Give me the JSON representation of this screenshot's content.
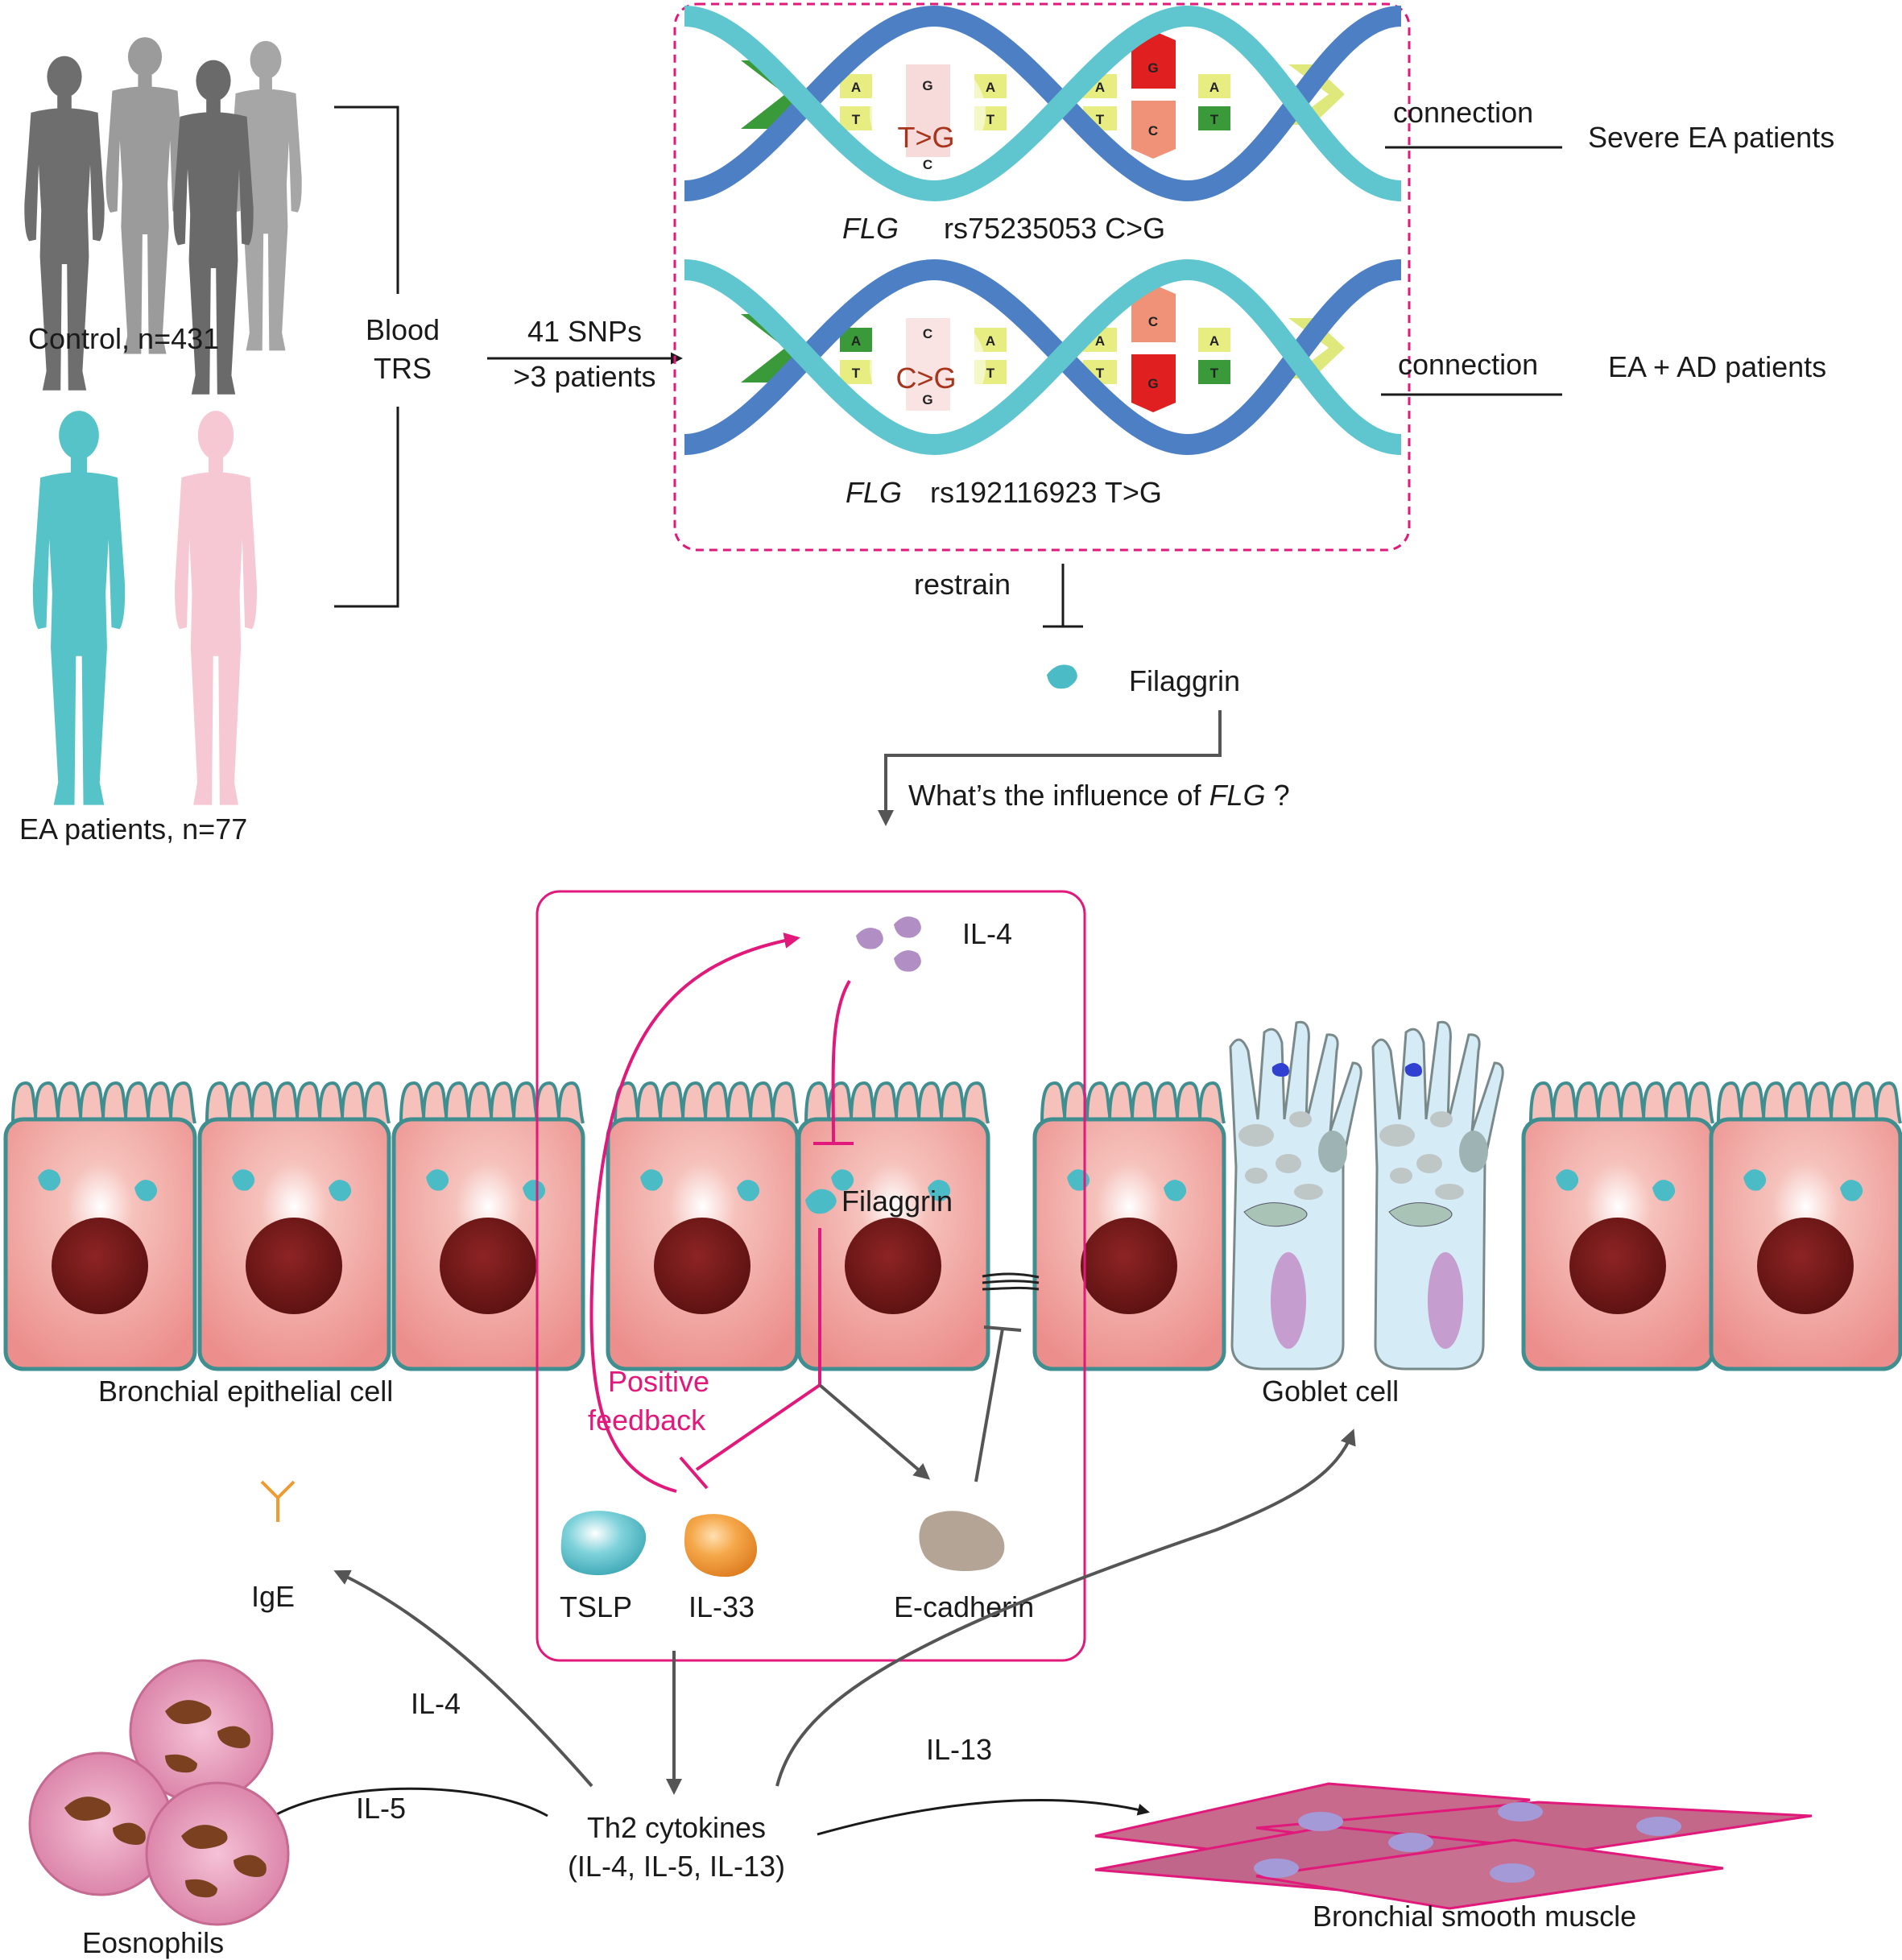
{
  "colors": {
    "accent_pink": "#e0197b",
    "helix_teal": "#5fc6cf",
    "helix_blue": "#4c7fc4",
    "epithelial": "#f2a3a0",
    "nucleus": "#7c1d1d",
    "filaggrin": "#4bbcc6",
    "goblet": "#d5ebf6",
    "muscle": "#c76a8c",
    "control_gray": "#6b6b6b",
    "patient_male": "#56c3c8",
    "patient_female": "#f6c8d4"
  },
  "labels": {
    "control": "Control, n=431",
    "ea_patients": "EA patients, n=77",
    "blood_trs": [
      "Blood",
      "TRS"
    ],
    "snp_filter": [
      "41 SNPs",
      ">3 patients"
    ],
    "snp1_gene": "FLG",
    "snp1_id": "rs75235053 C>G",
    "snp2_gene": "FLG",
    "snp2_id": "rs192116923 T>G",
    "snp1_mutation": "T>G",
    "snp2_mutation": "C>G",
    "connection": "connection",
    "severe_ea": "Severe EA patients",
    "ea_ad": "EA + AD patients",
    "restrain": "restrain",
    "filaggrin": "Filaggrin",
    "question_pre": "What’s the influence of ",
    "question_gene": "FLG",
    "question_post": " ?",
    "il4_top": "IL-4",
    "filaggrin_cell": "Filaggrin",
    "positive_feedback": [
      "Positive",
      "feedback"
    ],
    "tslp": "TSLP",
    "il33": "IL-33",
    "ecadherin": "E-cadherin",
    "bronchial_epithelial": "Bronchial epithelial cell",
    "goblet_cell": "Goblet cell",
    "ige": "IgE",
    "il4_path": "IL-4",
    "il5_path": "IL-5",
    "il13_path": "IL-13",
    "th2": [
      "Th2 cytokines",
      "(IL-4, IL-5, IL-13)"
    ],
    "eosinophils": "Eosnophils",
    "smooth_muscle": "Bronchial smooth muscle"
  },
  "dna_bases": {
    "helix1_top": [
      "A",
      "G",
      "A",
      "A",
      "G",
      "A"
    ],
    "helix1_bottom": [
      "T",
      "C",
      "T",
      "T",
      "C",
      "T"
    ],
    "helix2_top": [
      "A",
      "C",
      "A",
      "A",
      "C",
      "A"
    ],
    "helix2_bottom": [
      "T",
      "G",
      "T",
      "T",
      "G",
      "T"
    ]
  }
}
